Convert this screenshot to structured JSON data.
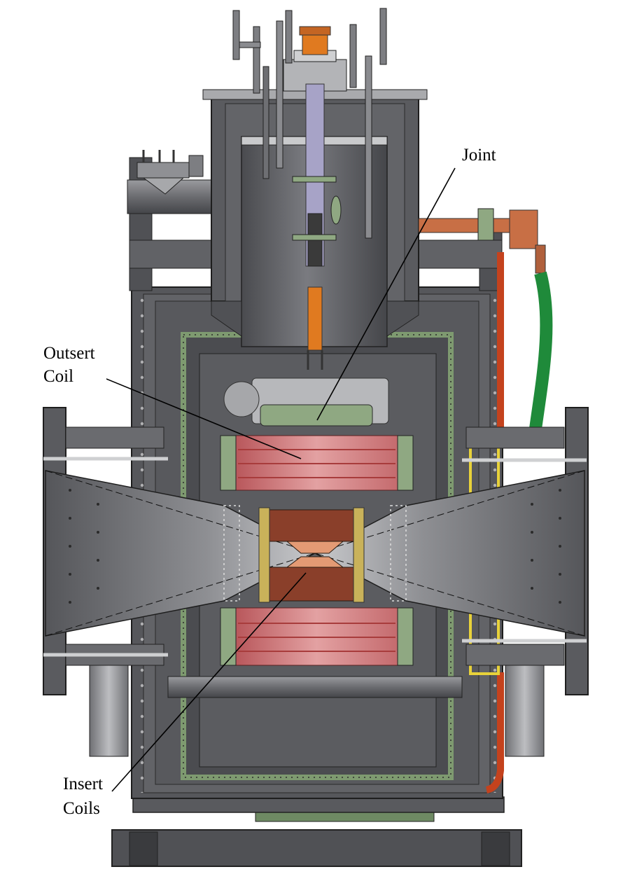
{
  "labels": {
    "joint": "Joint",
    "outsert_line1": "Outsert",
    "outsert_line2": "Coil",
    "insert_line1": "Insert",
    "insert_line2": "Coils"
  },
  "colors": {
    "steel_dark": "#3f4043",
    "steel_mid": "#5d5e62",
    "steel_light": "#8b8c90",
    "steel_pale": "#b9babd",
    "copper": "#c86f45",
    "orange_lead": "#e07a20",
    "coil_pink": "#d9868a",
    "coil_red": "#a63a3a",
    "insulation_green": "#8fa882",
    "hose_green": "#1f8a3a",
    "yellow": "#e8d23a"
  }
}
